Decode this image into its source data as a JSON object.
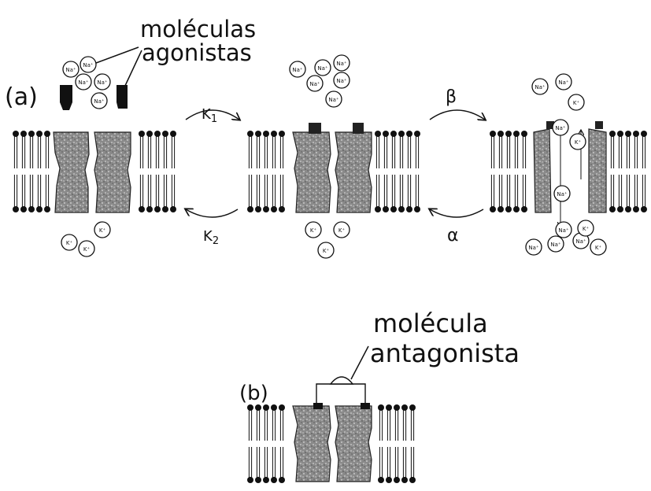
{
  "panel_a": {
    "label": "(a)",
    "annotation_line1": "moléculas",
    "annotation_line2": "agonistas",
    "rate_k1": "K",
    "rate_k1_sub": "1",
    "rate_k2": "K",
    "rate_k2_sub": "2",
    "rate_beta": "β",
    "rate_alpha": "α",
    "ion_na": "Na⁺",
    "ion_k": "K⁺"
  },
  "panel_b": {
    "label": "(b)",
    "annotation_line1": "molécula",
    "annotation_line2": "antagonista"
  },
  "colors": {
    "ink": "#111111",
    "channel_fill": "#6f6f6f",
    "background": "#ffffff"
  }
}
